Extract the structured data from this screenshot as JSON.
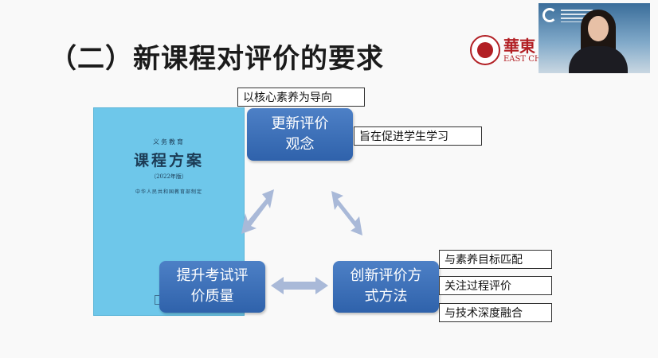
{
  "slide": {
    "title": "（二）新课程对评价的要求",
    "logo": {
      "cn": "華東",
      "en": "EAST CHIN"
    },
    "book": {
      "small_caption": "义务教育",
      "title": "课程方案",
      "year": "（2022年版）",
      "publisher": "中华人民共和国教育部制定"
    },
    "boxes": {
      "top": {
        "line1": "更新评价",
        "line2": "观念"
      },
      "left": {
        "line1": "提升考试评",
        "line2": "价质量"
      },
      "right": {
        "line1": "创新评价方",
        "line2": "式方法"
      }
    },
    "tags": {
      "core_literacy": "以核心素养为导向",
      "promote_learning": "旨在促进学生学习",
      "match_goals": "与素养目标匹配",
      "process_eval": "关注过程评价",
      "tech_fusion": "与技术深度融合"
    }
  },
  "colors": {
    "box_blue": "#3a6db5",
    "book_blue": "#6ec7ea",
    "arrow": "#a9b9d8",
    "logo_red": "#b21f24"
  },
  "icons": [
    "camera-app-icon",
    "university-seal-icon",
    "double-arrow-icon"
  ]
}
